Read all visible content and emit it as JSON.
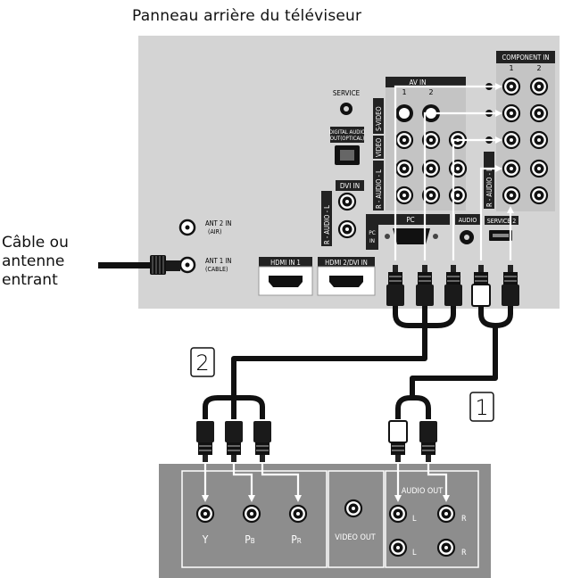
{
  "title": "Panneau arrière du téléviseur",
  "cable_label": [
    "Câble ou",
    "antenne",
    "entrant"
  ],
  "tv_panel": {
    "component_in": "COMPONENT IN",
    "component_cols": [
      "1",
      "2"
    ],
    "av_in": "AV IN",
    "av_cols": [
      "1",
      "2"
    ],
    "s_video": "S-VIDEO",
    "video": "VIDEO",
    "audio_lr": "R - AUDIO - L",
    "service": "SERVICE",
    "digital_audio": [
      "DIGITAL AUDIO",
      "OUT(OPTICAL)"
    ],
    "dvi_in": "DVI IN",
    "pc": "PC",
    "pc_in": [
      "PC",
      "IN"
    ],
    "audio": "AUDIO",
    "service2": "SERVICE 2",
    "ant2": [
      "ANT 2 IN",
      "(AIR)"
    ],
    "ant1": [
      "ANT 1 IN",
      "(CABLE)"
    ],
    "hdmi1": "HDMI IN 1",
    "hdmi2": "HDMI 2/DVI IN"
  },
  "cable_numbers": [
    "2",
    "1"
  ],
  "device_panel": {
    "y": "Y",
    "pb": "P",
    "pb_sub": "B",
    "pr": "P",
    "pr_sub": "R",
    "video_out": "VIDEO OUT",
    "audio_out": "AUDIO OUT",
    "l": "L",
    "r": "R"
  },
  "colors": {
    "panel": "#d4d4d4",
    "panel_dark": "#bdbdbd",
    "device_panel": "#8d8d8d",
    "cable": "#111111"
  }
}
